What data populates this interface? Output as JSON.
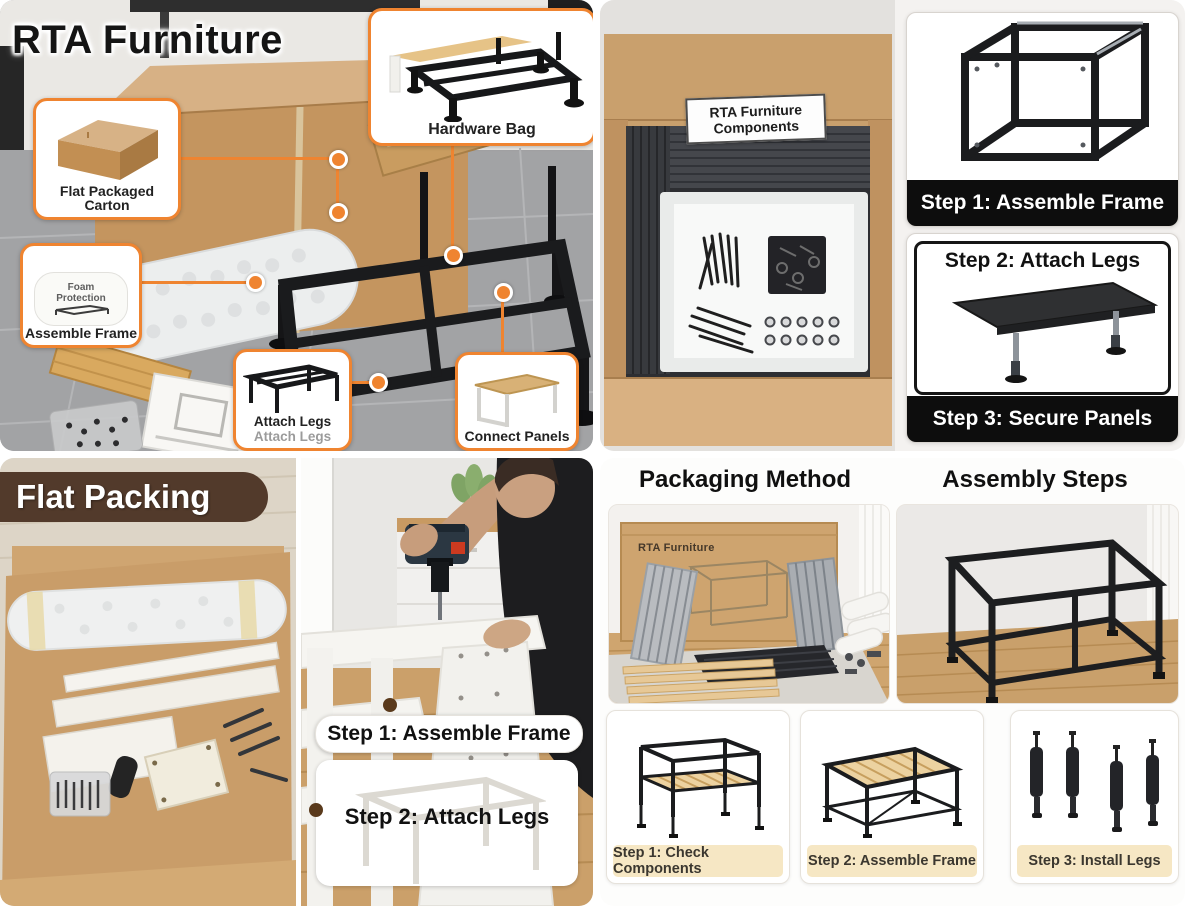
{
  "q1": {
    "title": "RTA Furniture",
    "callout_carton": "Flat Packaged Carton",
    "pillow_line1": "Foam",
    "pillow_line2": "Protection",
    "callout_assemble": "Assemble Frame",
    "callout_hardware": "Hardware Bag",
    "callout_attach": "Attach Legs",
    "callout_attach_ghost": "Attach Legs",
    "callout_connect": "Connect Panels"
  },
  "q2": {
    "box_label_line1": "RTA Furniture",
    "box_label_line2": "Components",
    "step1_bar": "Step 1: Assemble Frame",
    "step2_title": "Step 2: Attach Legs",
    "step3_bar": "Step 3: Secure Panels"
  },
  "q3": {
    "title": "Flat Packing",
    "step1": "Step 1: Assemble Frame",
    "step2": "Step 2: Attach Legs"
  },
  "q4": {
    "header_left": "Packaging Method",
    "header_right": "Assembly Steps",
    "box_text": "RTA Furniture",
    "steps": [
      "Step 1: Check Components",
      "Step 2: Assemble Frame",
      "Step 3: Install Legs"
    ]
  },
  "colors": {
    "accent_orange": "#ef8430",
    "banner_brown": "#523a2b",
    "step_bar_black": "#0d0d0d",
    "beige_label": "#f6e7c4"
  }
}
